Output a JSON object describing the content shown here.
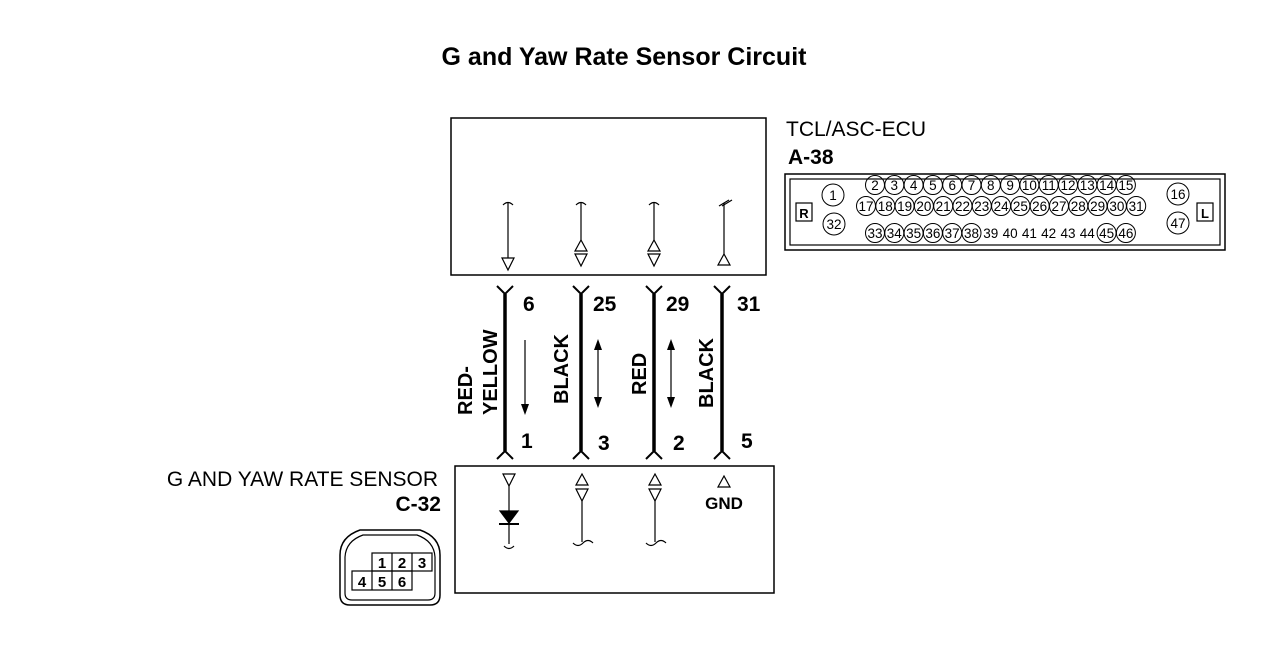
{
  "diagram": {
    "title": "G and Yaw Rate Sensor Circuit",
    "ecu": {
      "name": "TCL/ASC-ECU",
      "connector": "A-38",
      "side_left": "R",
      "side_right": "L",
      "pin_rows": [
        [
          "1",
          "2",
          "3",
          "4",
          "5",
          "6",
          "7",
          "8",
          "9",
          "10",
          "11",
          "12",
          "13",
          "14",
          "15",
          "16"
        ],
        [
          "17",
          "18",
          "19",
          "20",
          "21",
          "22",
          "23",
          "24",
          "25",
          "26",
          "27",
          "28",
          "29",
          "30",
          "31"
        ],
        [
          "32",
          "33",
          "34",
          "35",
          "36",
          "37",
          "38",
          "39",
          "40",
          "41",
          "42",
          "43",
          "44",
          "45",
          "46",
          "47"
        ]
      ]
    },
    "sensor": {
      "name": "G AND YAW RATE SENSOR",
      "connector": "C-32",
      "pins_top": [
        "1",
        "2",
        "3"
      ],
      "pins_bottom": [
        "4",
        "5",
        "6"
      ],
      "gnd_label": "GND"
    },
    "wires": [
      {
        "ecu_pin": "6",
        "sensor_pin": "1",
        "color_line1": "RED-",
        "color_line2": "YELLOW"
      },
      {
        "ecu_pin": "25",
        "sensor_pin": "3",
        "color_line1": "BLACK",
        "color_line2": ""
      },
      {
        "ecu_pin": "29",
        "sensor_pin": "2",
        "color_line1": "RED",
        "color_line2": ""
      },
      {
        "ecu_pin": "31",
        "sensor_pin": "5",
        "color_line1": "BLACK",
        "color_line2": ""
      }
    ]
  }
}
